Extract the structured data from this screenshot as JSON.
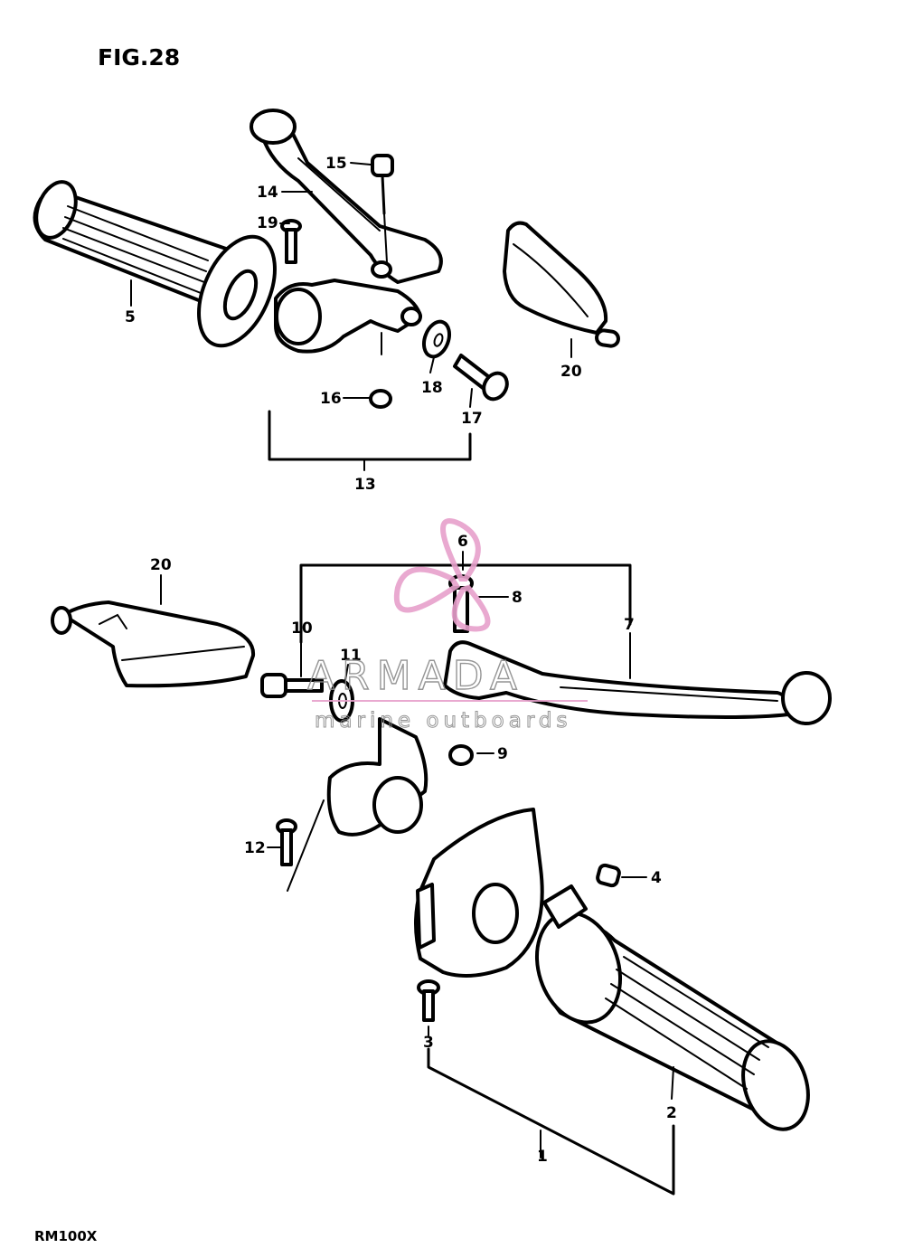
{
  "figure_title": "FIG.28",
  "model_code": "RM100X",
  "watermark": {
    "brand": "ARMADA",
    "tagline": "marine outboards",
    "logo_color": "#e7a0cb",
    "text_color": "#8a8a8a"
  },
  "callouts": [
    "15",
    "14",
    "19",
    "5",
    "16",
    "18",
    "17",
    "20",
    "13",
    "6",
    "8",
    "20",
    "10",
    "7",
    "11",
    "9",
    "12",
    "4",
    "3",
    "2",
    "1"
  ],
  "parts": [
    "left-grip",
    "clutch-lever",
    "lever-pivot-bolt",
    "screw",
    "clutch-lever-holder",
    "nut",
    "washer",
    "adjuster-bolt",
    "lever-boot",
    "lever-boot",
    "brake-lever",
    "pivot-bolt",
    "adjuster-bolt",
    "washer",
    "brake-lever-holder",
    "nut",
    "screw",
    "throttle-housing",
    "throttle-grip",
    "screw",
    "cable-end"
  ],
  "colors": {
    "ink": "#000000",
    "background": "#ffffff"
  }
}
